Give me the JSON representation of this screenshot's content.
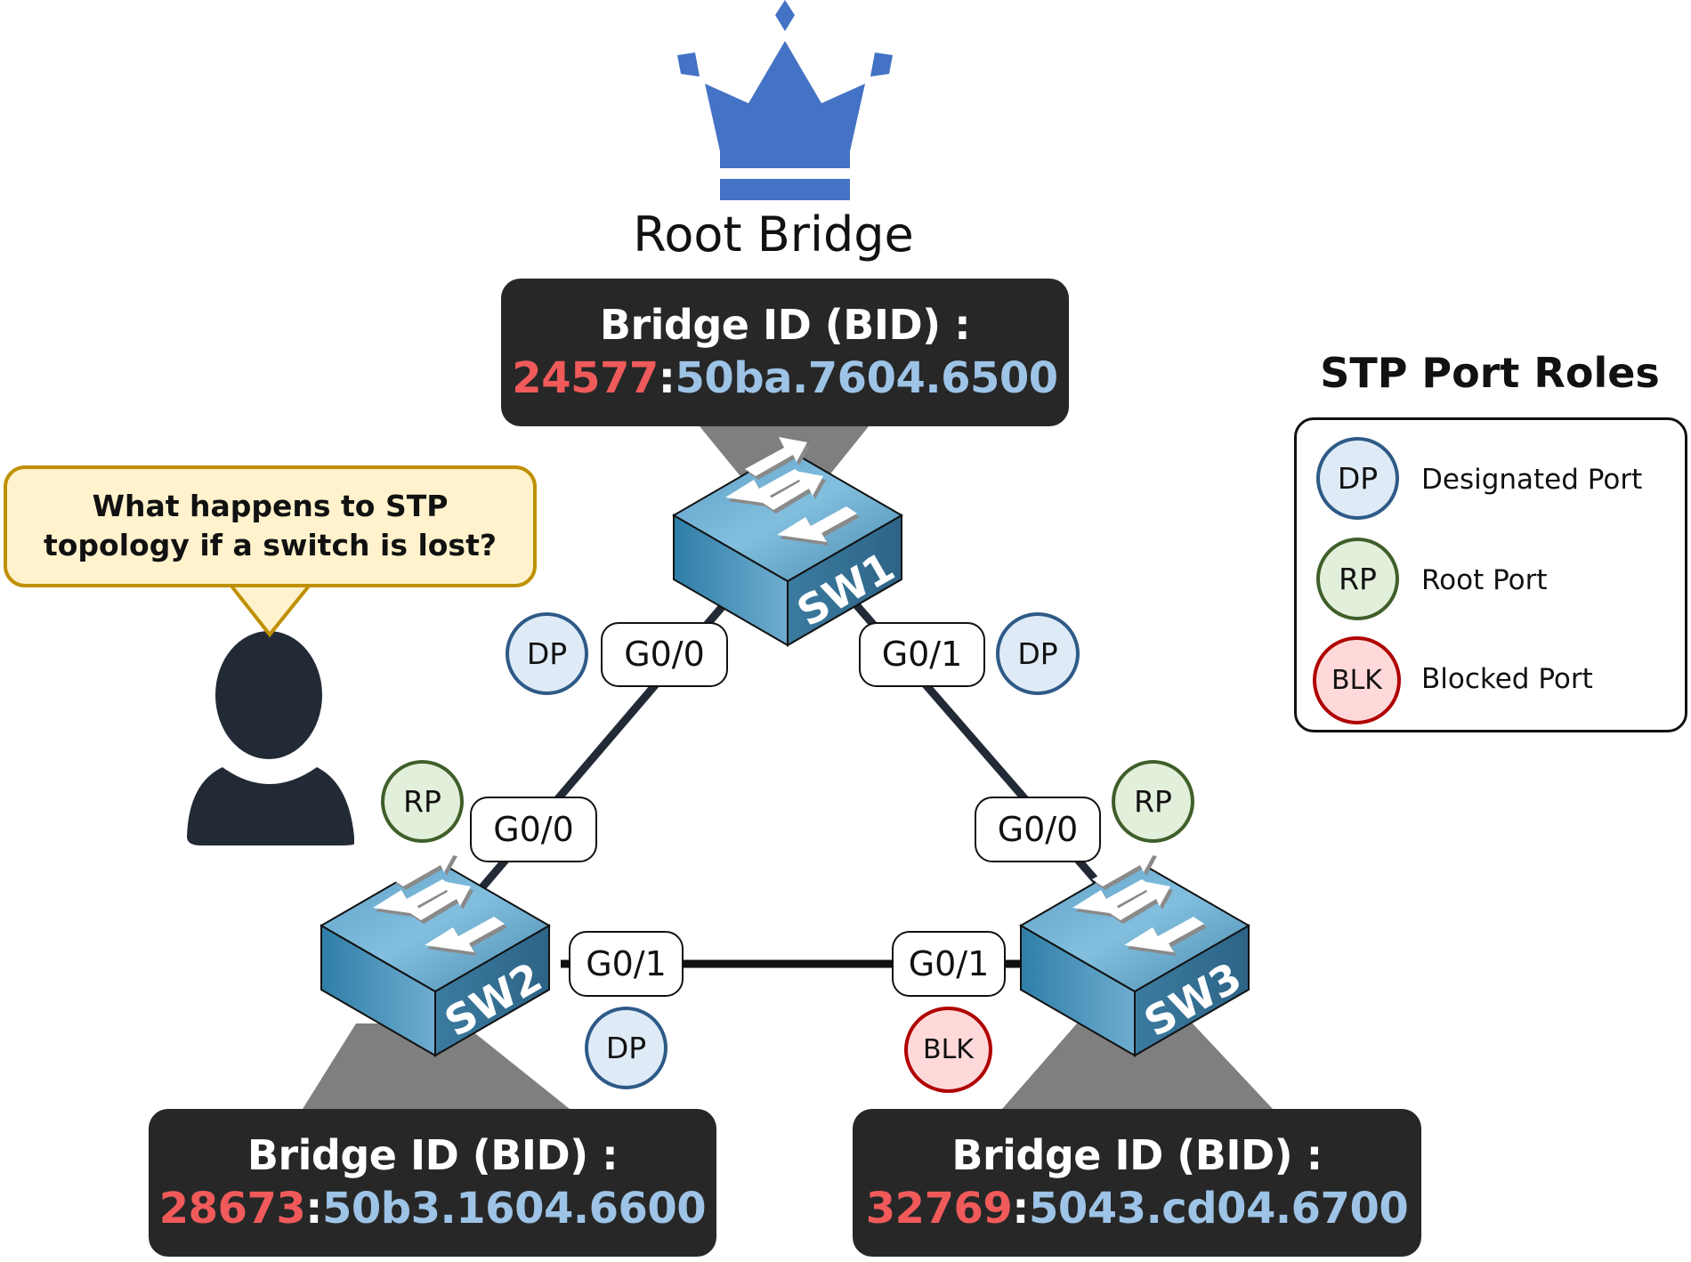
{
  "root_bridge": {
    "label": "Root Bridge",
    "icon": "crown-icon",
    "crown_color": "#4472c4"
  },
  "question": {
    "line1": "What happens to STP",
    "line2": "topology if a switch is lost?",
    "icon": "user-icon"
  },
  "switches": [
    {
      "name": "SW1",
      "bid_title": "Bridge ID (BID) :",
      "priority": "24577",
      "separator": ":",
      "mac": "50ba.7604.6500",
      "is_root": true
    },
    {
      "name": "SW2",
      "bid_title": "Bridge ID (BID) :",
      "priority": "28673",
      "separator": ":",
      "mac": "50b3.1604.6600",
      "is_root": false
    },
    {
      "name": "SW3",
      "bid_title": "Bridge ID (BID) :",
      "priority": "32769",
      "separator": ":",
      "mac": "5043.cd04.6700",
      "is_root": false
    }
  ],
  "links": [
    {
      "from": "SW1",
      "from_port": "G0/0",
      "from_role": "DP",
      "to": "SW2",
      "to_port": "G0/0",
      "to_role": "RP"
    },
    {
      "from": "SW1",
      "from_port": "G0/1",
      "from_role": "DP",
      "to": "SW3",
      "to_port": "G0/0",
      "to_role": "RP"
    },
    {
      "from": "SW2",
      "from_port": "G0/1",
      "from_role": "DP",
      "to": "SW3",
      "to_port": "G0/1",
      "to_role": "BLK"
    }
  ],
  "ports": {
    "sw1_g00": {
      "label": "G0/0",
      "role": "DP"
    },
    "sw1_g01": {
      "label": "G0/1",
      "role": "DP"
    },
    "sw2_g00": {
      "label": "G0/0",
      "role": "RP"
    },
    "sw2_g01": {
      "label": "G0/1",
      "role": "DP"
    },
    "sw3_g00": {
      "label": "G0/0",
      "role": "RP"
    },
    "sw3_g01": {
      "label": "G0/1",
      "role": "BLK"
    }
  },
  "legend": {
    "title": "STP Port Roles",
    "items": [
      {
        "abbr": "DP",
        "label": "Designated Port",
        "fill": "#deebf7",
        "stroke": "#2e5a87"
      },
      {
        "abbr": "RP",
        "label": "Root Port",
        "fill": "#e2efda",
        "stroke": "#3f5f2a"
      },
      {
        "abbr": "BLK",
        "label": "Blocked Port",
        "fill": "#ffd9d9",
        "stroke": "#b00000"
      }
    ]
  },
  "colors": {
    "bid_background": "#272727",
    "bid_priority": "#f05a5a",
    "bid_mac": "#9dc3e6",
    "switch_top": "#6aaed3",
    "switch_side": "#3f86ad",
    "link": "#222a35",
    "bubble_fill": "#fff2cc",
    "bubble_border": "#bf9000"
  }
}
